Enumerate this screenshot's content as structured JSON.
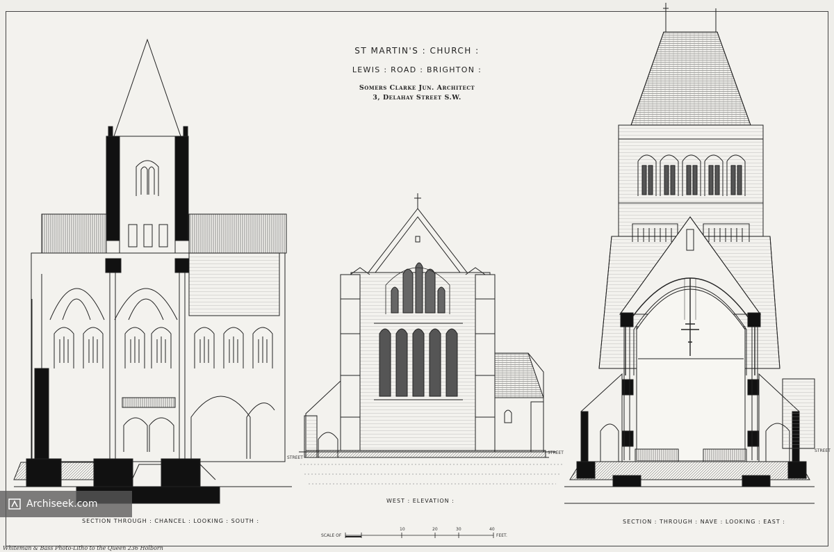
{
  "title": {
    "church": "ST MARTIN'S : CHURCH :",
    "location": "LEWIS : ROAD : BRIGHTON :",
    "architect": "Somers Clarke Jun. Architect",
    "address": "3, Delahay Street S.W."
  },
  "captions": {
    "chancel": "SECTION THROUGH : CHANCEL : LOOKING : SOUTH :",
    "west": "WEST : ELEVATION :",
    "nave": "SECTION : THROUGH : NAVE : LOOKING : EAST :"
  },
  "scale": {
    "prefix": "SCALE OF",
    "ticks": [
      "10",
      "20",
      "30",
      "40"
    ],
    "unit": "FEET."
  },
  "street_labels": [
    "STREET",
    "STREET",
    "STREET"
  ],
  "printer": "Whiteman & Bass Photo-Litho to the Queen 236 Holborn",
  "watermark": "Archiseek.com",
  "colors": {
    "paper": "#efeeea",
    "ink": "#222222"
  }
}
